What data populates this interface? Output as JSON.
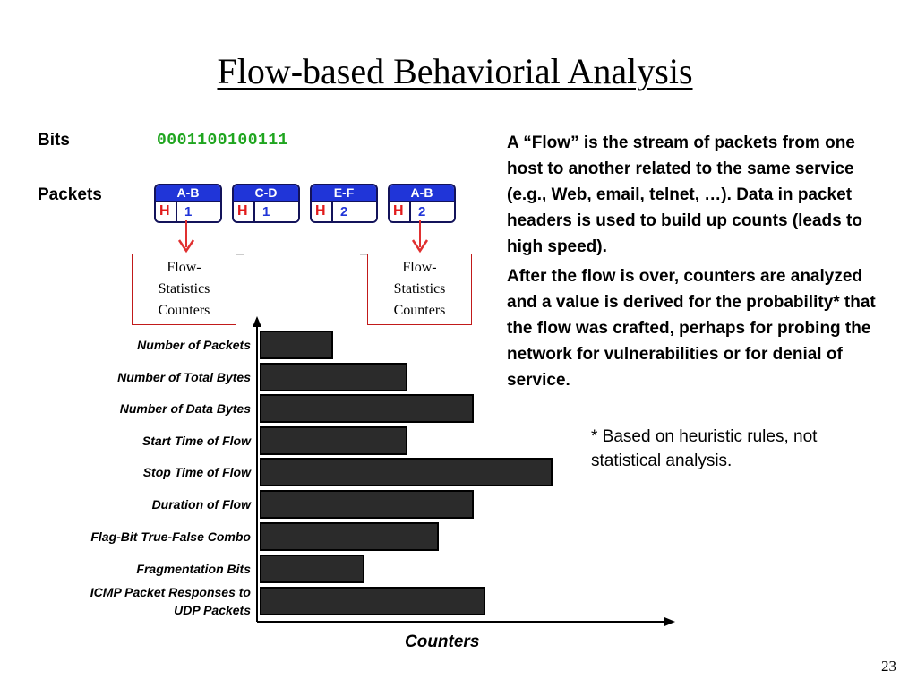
{
  "title": "Flow-based Behaviorial Analysis",
  "bits": {
    "label": "Bits",
    "value": "0001100100111"
  },
  "packets": {
    "label": "Packets",
    "items": [
      {
        "hosts": "A-B",
        "header": "H",
        "count": "1"
      },
      {
        "hosts": "C-D",
        "header": "H",
        "count": "1"
      },
      {
        "hosts": "E-F",
        "header": "H",
        "count": "2"
      },
      {
        "hosts": "A-B",
        "header": "H",
        "count": "2"
      }
    ]
  },
  "counters_boxes": [
    {
      "lines": [
        "Flow-",
        "Statistics",
        "Counters"
      ]
    },
    {
      "lines": [
        "Flow-",
        "Statistics",
        "Counters"
      ]
    }
  ],
  "chart_data": {
    "type": "bar",
    "orientation": "horizontal",
    "categories": [
      "Number of Packets",
      "Number of Total Bytes",
      "Number of Data Bytes",
      "Start Time of Flow",
      "Stop Time of Flow",
      "Duration of Flow",
      "Flag-Bit True-False Combo",
      "Fragmentation Bits",
      "ICMP  Packet Responses to UDP  Packets"
    ],
    "category_lines": [
      [
        "Number of Packets"
      ],
      [
        "Number of Total Bytes"
      ],
      [
        "Number of Data Bytes"
      ],
      [
        "Start Time of Flow"
      ],
      [
        "Stop Time of Flow"
      ],
      [
        "Duration of Flow"
      ],
      [
        "Flag-Bit True-False Combo"
      ],
      [
        "Fragmentation Bits"
      ],
      [
        "ICMP  Packet Responses to",
        "UDP  Packets"
      ]
    ],
    "values": [
      80,
      163,
      237,
      163,
      325,
      237,
      198,
      115,
      250
    ],
    "xlabel": "Counters",
    "xlim": [
      0,
      460
    ],
    "bar_color": "#2b2b2b",
    "grid": false
  },
  "description": {
    "paragraph1": "A “Flow” is the stream of packets from one host to another related to the same service (e.g., Web, email, telnet, …).  Data in packet headers is used to build up counts (leads to high speed).",
    "paragraph2": "After the flow is over, counters are analyzed and a value is derived for the probability* that the flow was crafted, perhaps for probing the network for vulnerabilities or for denial of service."
  },
  "footnote": "* Based on heuristic rules, not statistical analysis.",
  "page_number": "23",
  "colors": {
    "bits_green": "#1fa51f",
    "packet_blue": "#2035d8",
    "header_red": "#e11b1b",
    "arrow_red": "#e03030"
  }
}
